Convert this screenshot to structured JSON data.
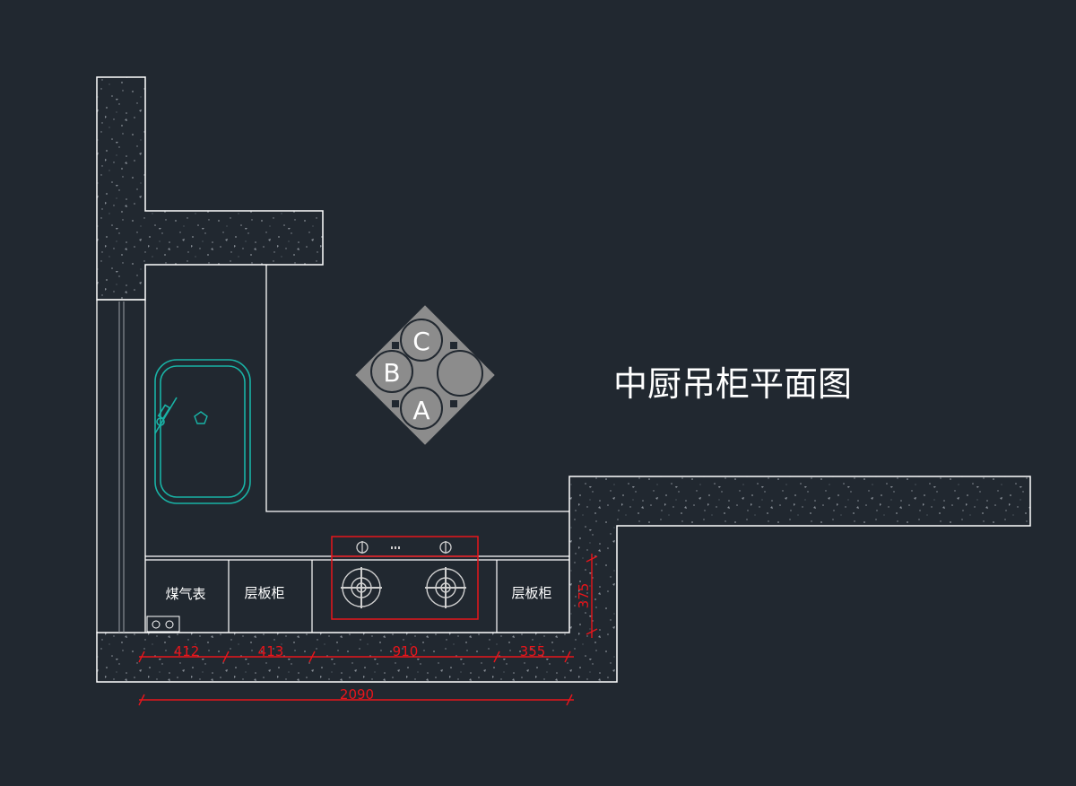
{
  "drawing": {
    "title": "中厨吊柜平面图",
    "colors": {
      "background": "#212830",
      "wall_line": "#ffffff",
      "wall_texture": "#8a9098",
      "sink": "#19b3a6",
      "dimension": "#e8151b",
      "compass": "#8c8c8c"
    },
    "cabinets": {
      "gas_meter_label": "煤气表",
      "shelf_left_label": "层板柜",
      "shelf_right_label": "层板柜"
    },
    "compass": {
      "label_a": "A",
      "label_b": "B",
      "label_c": "C"
    },
    "dimensions": {
      "seg1": "412",
      "seg2": "413",
      "seg3": "910",
      "seg4": "355",
      "total": "2090",
      "depth": "375"
    }
  }
}
